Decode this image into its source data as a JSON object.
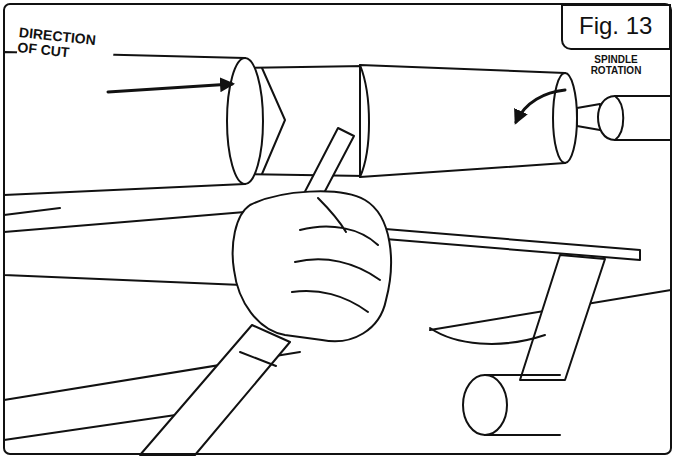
{
  "diagram": {
    "nodes": [
      {
        "text": [
          "Fig. 13"
        ]
      }
    ],
    "labels": [
      "DIRECTION OF CUT",
      "SPINDLE ROTATION"
    ]
  }
}
